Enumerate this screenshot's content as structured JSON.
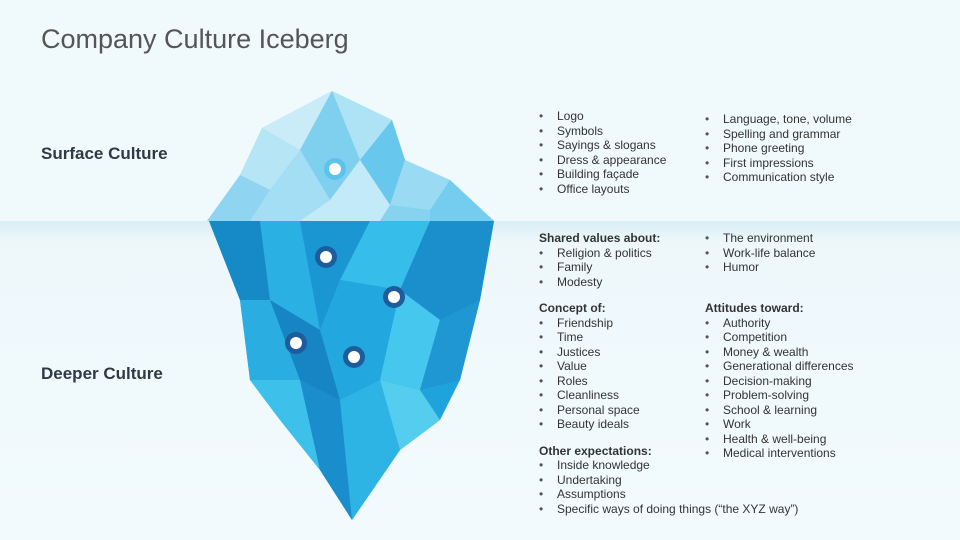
{
  "title": "Company Culture Iceberg",
  "labels": {
    "surface": "Surface Culture",
    "deeper": "Deeper Culture"
  },
  "colors": {
    "ice_light": "#bfe7f6",
    "ice_mid": "#5cc4ea",
    "ice_deep": "#1a8fcf",
    "marker_ring": "#1e5d9c",
    "background": "#f0f9fc"
  },
  "surface": {
    "col1": [
      "Logo",
      "Symbols",
      "Sayings & slogans",
      "Dress & appearance",
      "Building façade",
      "Office layouts"
    ],
    "col2": [
      "Language, tone, volume",
      "Spelling and grammar",
      "Phone greeting",
      "First impressions",
      "Communication style"
    ]
  },
  "deeper": {
    "shared_values": {
      "heading": "Shared values about:",
      "items": [
        "Religion & politics",
        "Family",
        "Modesty"
      ],
      "items_right": [
        "The environment",
        "Work-life balance",
        "Humor"
      ]
    },
    "concept_of": {
      "heading": "Concept of:",
      "items": [
        "Friendship",
        "Time",
        "Justices",
        "Value",
        "Roles",
        "Cleanliness",
        "Personal space",
        "Beauty ideals"
      ]
    },
    "attitudes_toward": {
      "heading": "Attitudes toward:",
      "items": [
        "Authority",
        "Competition",
        "Money & wealth",
        "Generational differences",
        "Decision-making",
        "Problem-solving",
        "School & learning",
        "Work",
        "Health & well-being",
        "Medical interventions"
      ]
    },
    "other_expectations": {
      "heading": "Other expectations:",
      "items": [
        "Inside knowledge",
        "Undertaking",
        "Assumptions",
        "Specific ways of doing things (“the XYZ way”)"
      ]
    }
  }
}
